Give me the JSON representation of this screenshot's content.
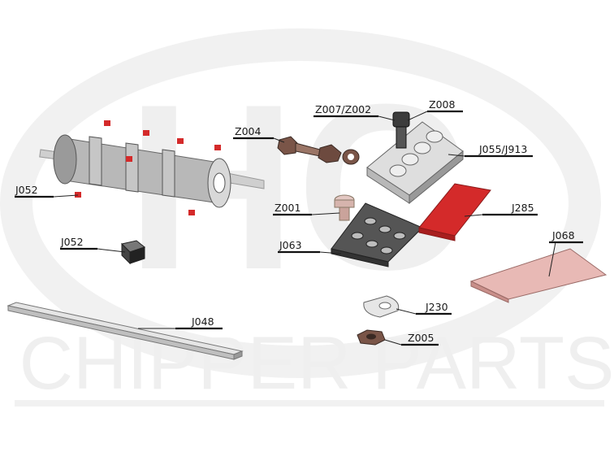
{
  "watermark": {
    "logo": "HC",
    "text": "CHIPPER PARTS"
  },
  "parts": [
    {
      "id": "rotor",
      "label": "J052"
    },
    {
      "id": "block",
      "label": "J052"
    },
    {
      "id": "bar",
      "label": "J048"
    },
    {
      "id": "bolt",
      "label": "Z004"
    },
    {
      "id": "washer2",
      "label": "Z007/Z002"
    },
    {
      "id": "socket",
      "label": "Z008"
    },
    {
      "id": "holder",
      "label": "J055/J913"
    },
    {
      "id": "screw",
      "label": "Z001"
    },
    {
      "id": "redknife",
      "label": "J285"
    },
    {
      "id": "plate",
      "label": "J063"
    },
    {
      "id": "knife",
      "label": "J068"
    },
    {
      "id": "washer",
      "label": "J230"
    },
    {
      "id": "nut",
      "label": "Z005"
    }
  ],
  "colors": {
    "red": "#d42a2a",
    "pink": "#e8b9b5",
    "nut": "#7a5548",
    "metal": "#a9a9a9",
    "dark": "#3c3c3c"
  }
}
